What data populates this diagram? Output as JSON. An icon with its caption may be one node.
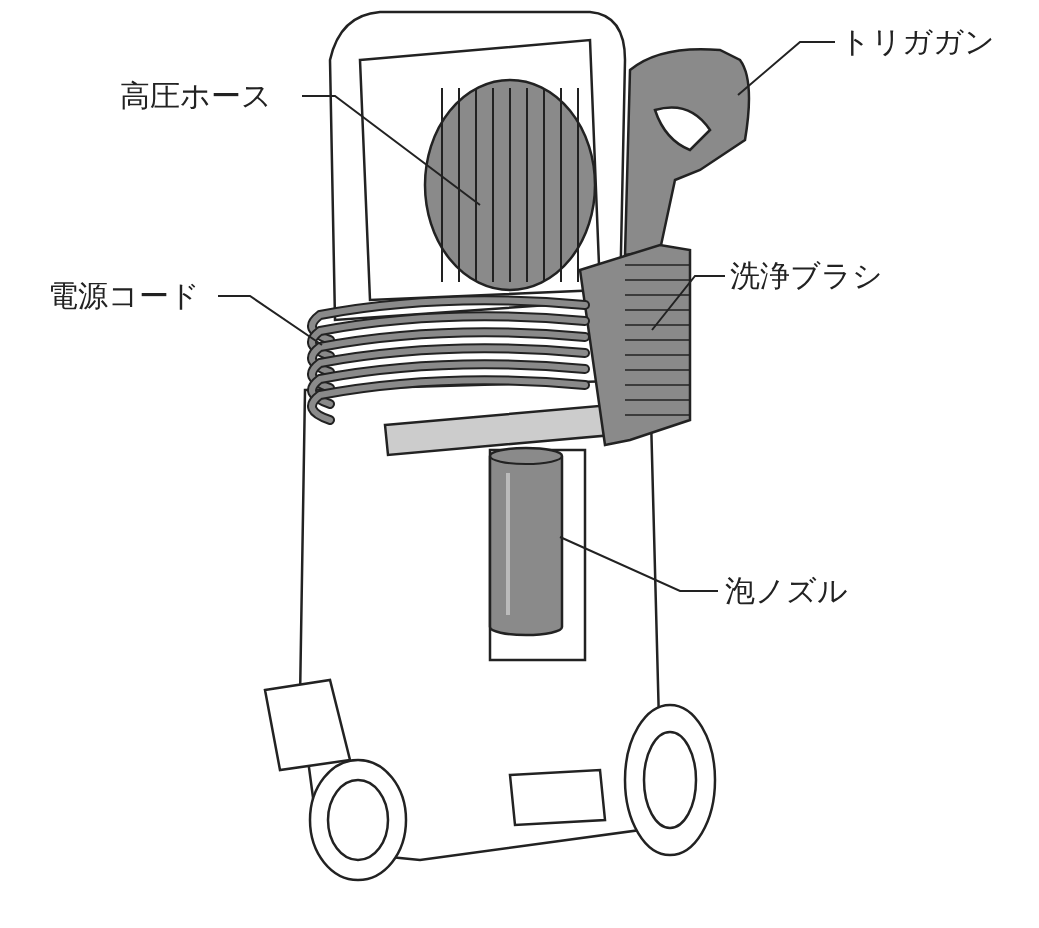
{
  "diagram": {
    "nodes": [
      {
        "text": [
          "トリガガン"
        ]
      },
      {
        "text": [
          "高圧ホース"
        ]
      },
      {
        "text": [
          "洗浄ブラシ"
        ]
      },
      {
        "text": [
          "電源コード"
        ]
      },
      {
        "text": [
          "泡ノズル"
        ]
      },
      {
        "text": [],
        "shape": "picture"
      },
      {
        "text": [],
        "shape": "picture"
      },
      {
        "text": [],
        "shape": "picture"
      },
      {
        "text": [],
        "shape": "picture"
      },
      {
        "text": [],
        "shape": "cylinder"
      }
    ],
    "edges": [
      {
        "from": 0,
        "to": 5,
        "arrow": "none"
      },
      {
        "from": 1,
        "to": 6,
        "arrow": "none"
      },
      {
        "from": 2,
        "to": 7,
        "arrow": "none"
      },
      {
        "from": 3,
        "to": 8,
        "arrow": "none"
      },
      {
        "from": 4,
        "to": 9,
        "arrow": "none"
      }
    ]
  }
}
